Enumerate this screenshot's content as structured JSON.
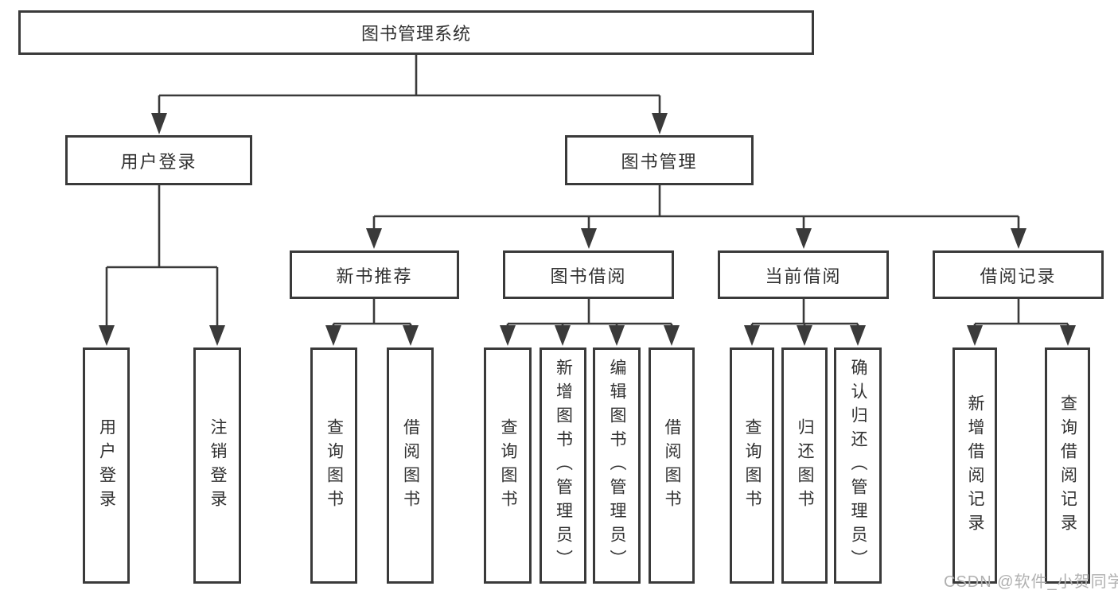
{
  "diagram": {
    "root": {
      "label": "图书管理系统"
    },
    "level2": [
      {
        "label": "用户登录",
        "children": [
          {
            "label": "用户登录"
          },
          {
            "label": "注销登录"
          }
        ]
      },
      {
        "label": "图书管理",
        "children": [
          {
            "label": "新书推荐",
            "children": [
              {
                "label": "查询图书"
              },
              {
                "label": "借阅图书"
              }
            ]
          },
          {
            "label": "图书借阅",
            "children": [
              {
                "label": "查询图书"
              },
              {
                "label": "新增图书（管理员）"
              },
              {
                "label": "编辑图书（管理员）"
              },
              {
                "label": "借阅图书"
              }
            ]
          },
          {
            "label": "当前借阅",
            "children": [
              {
                "label": "查询图书"
              },
              {
                "label": "归还图书"
              },
              {
                "label": "确认归还（管理员）"
              }
            ]
          },
          {
            "label": "借阅记录",
            "children": [
              {
                "label": "新增借阅记录"
              },
              {
                "label": "查询借阅记录"
              }
            ]
          }
        ]
      }
    ]
  },
  "watermark": {
    "text": "CSDN @软件_小贺同学"
  },
  "colors": {
    "line": "#3a3a3a",
    "text": "#303030",
    "watermark": "#b0b0b0",
    "background": "#ffffff"
  }
}
